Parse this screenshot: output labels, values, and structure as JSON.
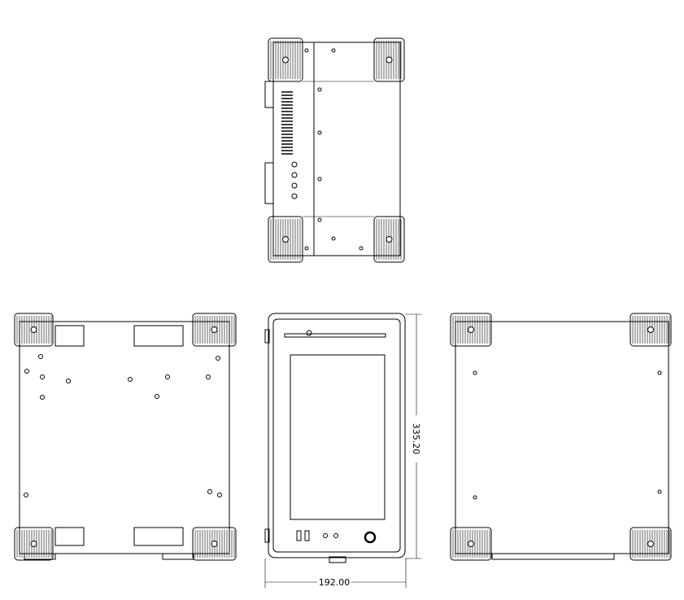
{
  "drawing": {
    "dimensions": {
      "height_label": "335.20",
      "width_label": "192.00"
    },
    "views": [
      "top-view",
      "left-side-view",
      "front-view",
      "right-side-view"
    ],
    "line_color": "#000000",
    "background": "#ffffff"
  }
}
